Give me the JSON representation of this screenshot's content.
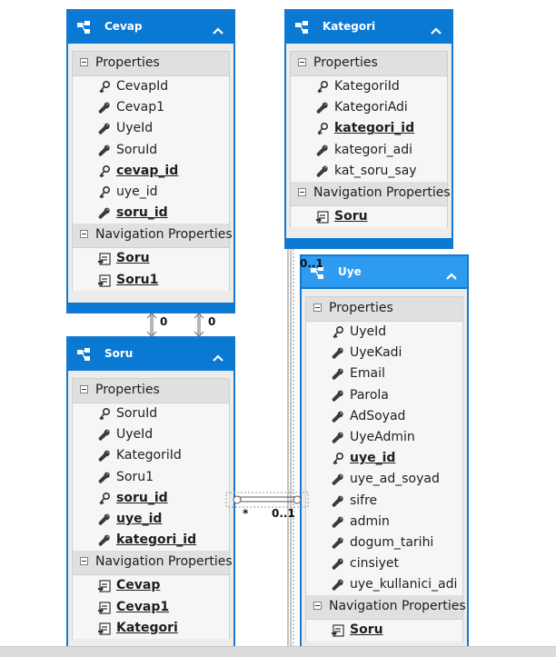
{
  "entities": {
    "cevap": {
      "title": "Cevap",
      "properties_label": "Properties",
      "properties": [
        {
          "name": "CevapId",
          "kind": "key"
        },
        {
          "name": "Cevap1",
          "kind": "scalar"
        },
        {
          "name": "UyeId",
          "kind": "scalar"
        },
        {
          "name": "SoruId",
          "kind": "scalar"
        },
        {
          "name": "cevap_id",
          "kind": "key-bold"
        },
        {
          "name": "uye_id",
          "kind": "key"
        },
        {
          "name": "soru_id",
          "kind": "scalar-bold"
        }
      ],
      "nav_label": "Navigation Properties",
      "nav": [
        "Soru",
        "Soru1"
      ]
    },
    "kategori": {
      "title": "Kategori",
      "properties_label": "Properties",
      "properties": [
        {
          "name": "KategoriId",
          "kind": "key"
        },
        {
          "name": "KategoriAdi",
          "kind": "scalar"
        },
        {
          "name": "kategori_id",
          "kind": "key-bold"
        },
        {
          "name": "kategori_adi",
          "kind": "scalar"
        },
        {
          "name": "kat_soru_say",
          "kind": "scalar"
        }
      ],
      "nav_label": "Navigation Properties",
      "nav": [
        "Soru"
      ]
    },
    "soru": {
      "title": "Soru",
      "properties_label": "Properties",
      "properties": [
        {
          "name": "SoruId",
          "kind": "key"
        },
        {
          "name": "UyeId",
          "kind": "scalar"
        },
        {
          "name": "KategoriId",
          "kind": "scalar"
        },
        {
          "name": "Soru1",
          "kind": "scalar"
        },
        {
          "name": "soru_id",
          "kind": "key-bold"
        },
        {
          "name": "uye_id",
          "kind": "scalar-bold"
        },
        {
          "name": "kategori_id",
          "kind": "scalar-bold"
        }
      ],
      "nav_label": "Navigation Properties",
      "nav": [
        "Cevap",
        "Cevap1",
        "Kategori"
      ]
    },
    "uye": {
      "title": "Uye",
      "properties_label": "Properties",
      "properties": [
        {
          "name": "UyeId",
          "kind": "key"
        },
        {
          "name": "UyeKadi",
          "kind": "scalar"
        },
        {
          "name": "Email",
          "kind": "scalar"
        },
        {
          "name": "Parola",
          "kind": "scalar"
        },
        {
          "name": "AdSoyad",
          "kind": "scalar"
        },
        {
          "name": "UyeAdmin",
          "kind": "scalar"
        },
        {
          "name": "uye_id",
          "kind": "key-bold"
        },
        {
          "name": "uye_ad_soyad",
          "kind": "scalar"
        },
        {
          "name": "sifre",
          "kind": "scalar"
        },
        {
          "name": "admin",
          "kind": "scalar"
        },
        {
          "name": "dogum_tarihi",
          "kind": "scalar"
        },
        {
          "name": "cinsiyet",
          "kind": "scalar"
        },
        {
          "name": "uye_kullanici_adi",
          "kind": "scalar"
        }
      ],
      "nav_label": "Navigation Properties",
      "nav": [
        "Soru"
      ]
    }
  },
  "multiplicity": {
    "cevap_soru_a": "0",
    "cevap_soru_b": "0",
    "kategori_uye_top": "0..1",
    "soru_side": "*",
    "uye_side": "0..1"
  },
  "icons": {
    "entity": "entity-icon",
    "collapse": "chevron-up-icon",
    "key": "key-icon",
    "scalar": "wrench-icon",
    "nav": "navigation-icon"
  },
  "colors": {
    "header": "#0a79d3",
    "header_selected": "#2d9cf0",
    "section": "#e0e0e0"
  }
}
